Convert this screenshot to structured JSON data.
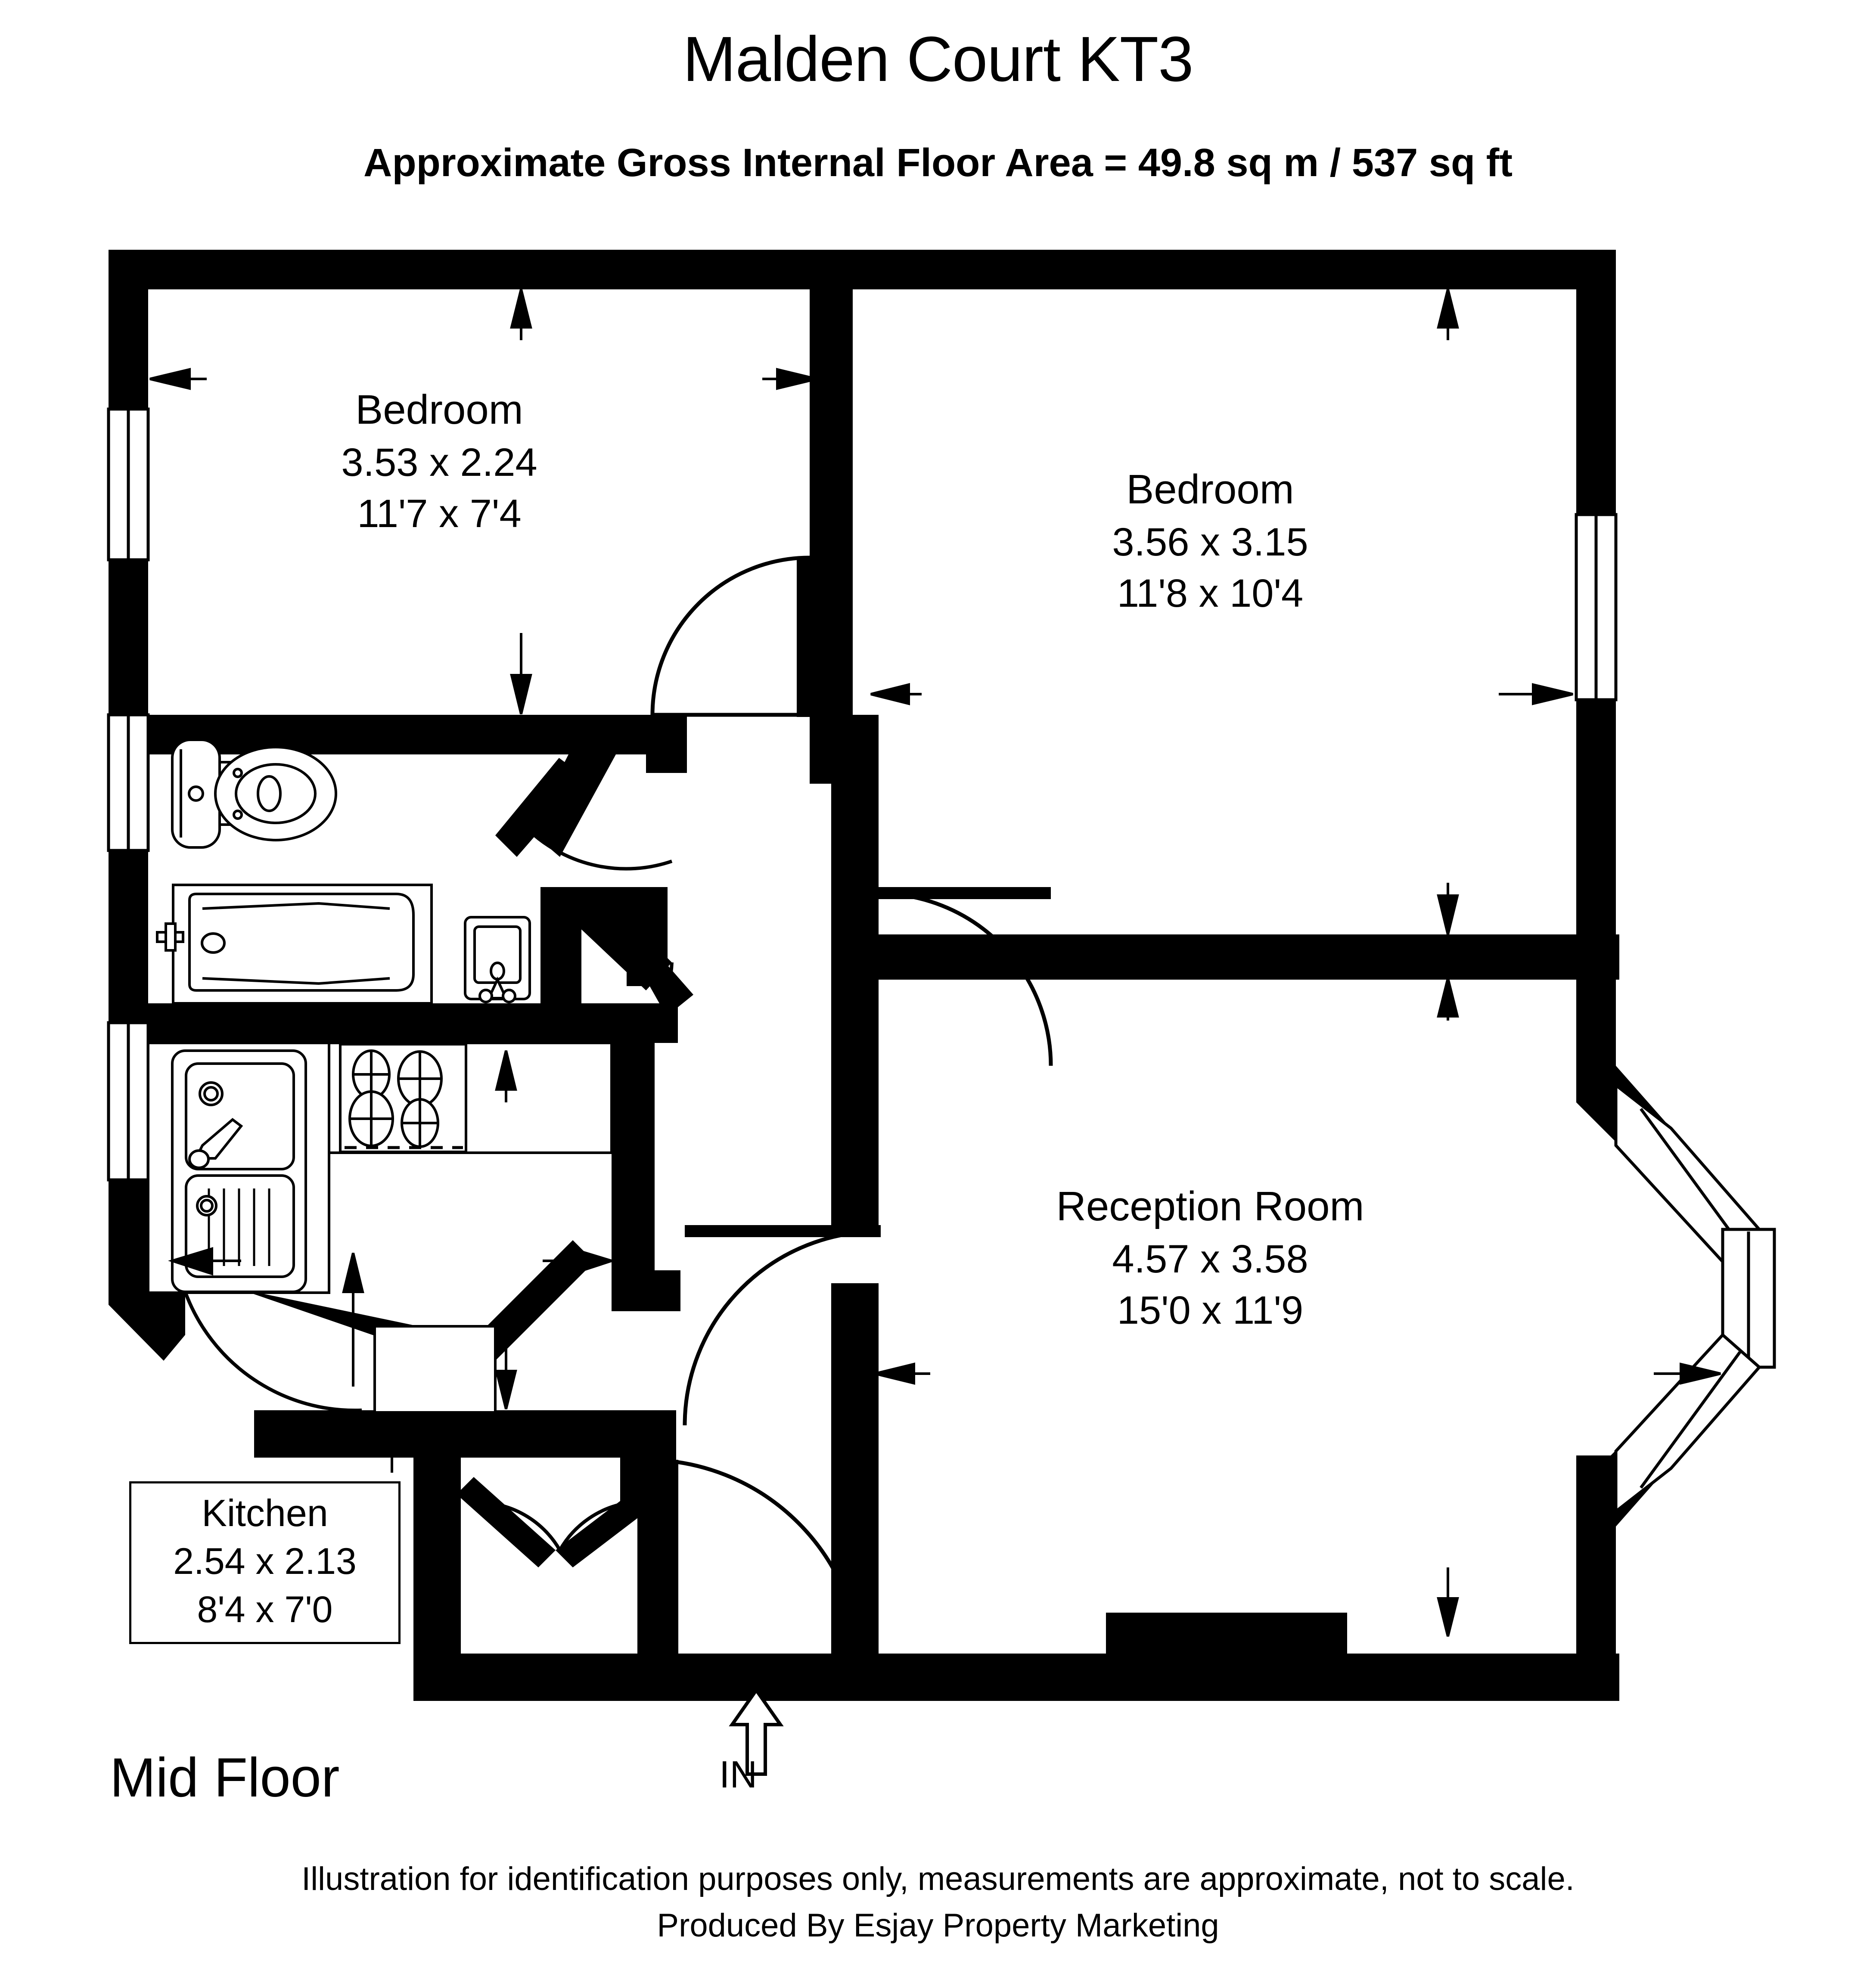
{
  "header": {
    "title": "Malden Court KT3",
    "subtitle": "Approximate Gross Internal Floor Area = 49.8 sq m / 537 sq ft",
    "area_metric": "49.8 sq m",
    "area_imperial": "537 sq ft"
  },
  "rooms": [
    {
      "id": "bedroom-1",
      "name": "Bedroom",
      "dim_metric": "3.53 x 2.24",
      "dim_imperial": "11'7 x 7'4"
    },
    {
      "id": "bedroom-2",
      "name": "Bedroom",
      "dim_metric": "3.56 x 3.15",
      "dim_imperial": "11'8 x 10'4"
    },
    {
      "id": "reception-room",
      "name": "Reception Room",
      "dim_metric": "4.57 x 3.58",
      "dim_imperial": "15'0 x 11'9"
    },
    {
      "id": "kitchen",
      "name": "Kitchen",
      "dim_metric": "2.54 x 2.13",
      "dim_imperial": "8'4 x 7'0"
    }
  ],
  "annotations": {
    "floor_label": "Mid Floor",
    "entrance_label": "IN",
    "entrance_icon": "up-arrow-icon"
  },
  "footer": {
    "line1": "Illustration for identification purposes only, measurements are approximate, not to scale.",
    "line2": "Produced By Esjay Property Marketing"
  },
  "colors": {
    "wall": "#000000",
    "background": "#ffffff",
    "fixture_stroke": "#000000"
  },
  "fixtures": [
    {
      "name": "toilet-icon",
      "room": "bathroom"
    },
    {
      "name": "bathtub-icon",
      "room": "bathroom"
    },
    {
      "name": "washbasin-icon",
      "room": "bathroom"
    },
    {
      "name": "kitchen-sink-icon",
      "room": "kitchen"
    },
    {
      "name": "hob-icon",
      "room": "kitchen"
    },
    {
      "name": "bay-window-icon",
      "room": "reception-room"
    },
    {
      "name": "chimney-breast-icon",
      "room": "reception-room"
    }
  ]
}
